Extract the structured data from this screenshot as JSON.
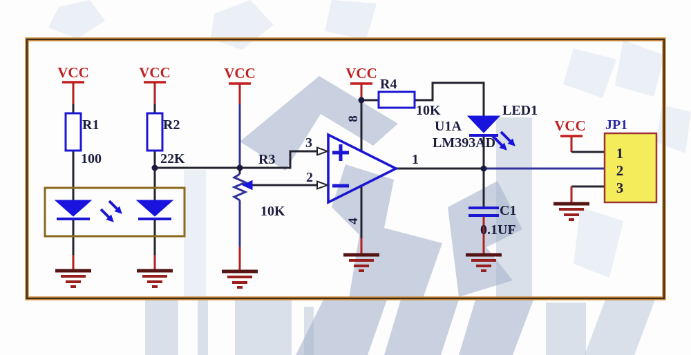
{
  "schematic": {
    "power_labels": [
      "VCC",
      "VCC",
      "VCC",
      "VCC",
      "VCC"
    ],
    "components": {
      "r1": {
        "ref": "R1",
        "value": "100"
      },
      "r2": {
        "ref": "R2",
        "value": "22K"
      },
      "r3": {
        "ref": "R3",
        "value": "10K"
      },
      "r4": {
        "ref": "R4",
        "value": "10K"
      },
      "c1": {
        "ref": "C1",
        "value": "0.1UF"
      },
      "led1": {
        "ref": "LED1"
      },
      "u1": {
        "ref": "U1A",
        "part": "LM393AD",
        "pins": {
          "noninverting": "3",
          "inverting": "2",
          "output": "1",
          "power": "8",
          "ground": "4"
        }
      }
    },
    "connector": {
      "ref": "JP1",
      "pins": [
        "1",
        "2",
        "3"
      ]
    },
    "colors": {
      "component_blue": "#1c16d2",
      "wire_dark": "#23242f",
      "wire_blue": "#32329b",
      "power_red": "#c02020",
      "ground_red": "#97201e",
      "connector_fill": "#f4ec5a",
      "connector_border": "#9c3333",
      "sensor_box_border": "#8a681c",
      "frame_dark": "#3a2d1a",
      "frame_orange": "#d08c3c",
      "watermark": "#a4b2ca"
    }
  }
}
